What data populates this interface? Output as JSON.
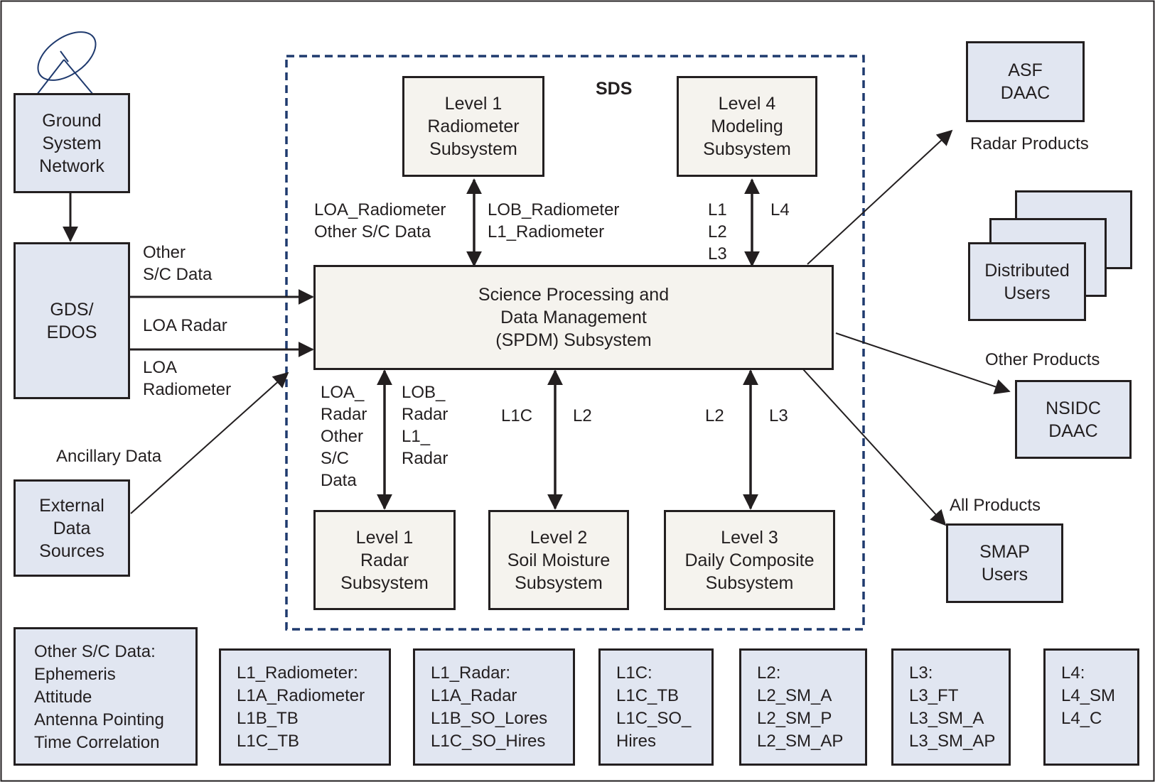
{
  "sds_label": "SDS",
  "boxes": {
    "ground_system": "Ground\nSystem\nNetwork",
    "gds_edos": "GDS/\nEDOS",
    "external_data": "External\nData\nSources",
    "l1_radiometer": "Level 1\nRadiometer\nSubsystem",
    "l4_modeling": "Level 4\nModeling\nSubsystem",
    "spdm": "Science Processing and\nData Management\n(SPDM) Subsystem",
    "l1_radar": "Level 1\nRadar\nSubsystem",
    "l2_soil": "Level 2\nSoil Moisture\nSubsystem",
    "l3_daily": "Level 3\nDaily Composite\nSubsystem",
    "asf_daac": "ASF\nDAAC",
    "distributed_users": "Distributed\nUsers",
    "nsidc_daac": "NSIDC\nDAAC",
    "smap_users": "SMAP\nUsers"
  },
  "flow_labels": {
    "other_sc_data": "Other\nS/C Data",
    "loa_radar": "LOA Radar",
    "loa_radiometer": "LOA\nRadiometer",
    "ancillary_data": "Ancillary Data",
    "l1rad_up_left": "LOA_Radiometer\nOther S/C Data",
    "l1rad_up_right": "LOB_Radiometer\nL1_Radiometer",
    "l4_left": "L1\nL2\nL3",
    "l4_right": "L4",
    "radar_left": "LOA_\nRadar\nOther\nS/C\nData",
    "radar_right": "LOB_\nRadar\nL1_\nRadar",
    "l2_left": "L1C",
    "l2_right": "L2",
    "l3_left": "L2",
    "l3_right": "L3",
    "radar_products": "Radar Products",
    "other_products": "Other Products",
    "all_products": "All Products"
  },
  "legend": {
    "other_sc": "Other S/C Data:\nEphemeris\nAttitude\nAntenna Pointing\nTime Correlation",
    "l1_radiometer": "L1_Radiometer:\nL1A_Radiometer\nL1B_TB\nL1C_TB",
    "l1_radar": "L1_Radar:\nL1A_Radar\nL1B_SO_Lores\nL1C_SO_Hires",
    "l1c": "L1C:\nL1C_TB\nL1C_SO_\nHires",
    "l2": "L2:\nL2_SM_A\nL2_SM_P\nL2_SM_AP",
    "l3": "L3:\nL3_FT\nL3_SM_A\nL3_SM_AP",
    "l4": "L4:\nL4_SM\nL4_C"
  },
  "colors": {
    "external_box_fill": "#e1e6f1",
    "sds_box_fill": "#f5f3ee",
    "line": "#231f20",
    "sds_border": "#1f3a6e"
  },
  "icons": {
    "antenna": "satellite-dish-icon"
  }
}
